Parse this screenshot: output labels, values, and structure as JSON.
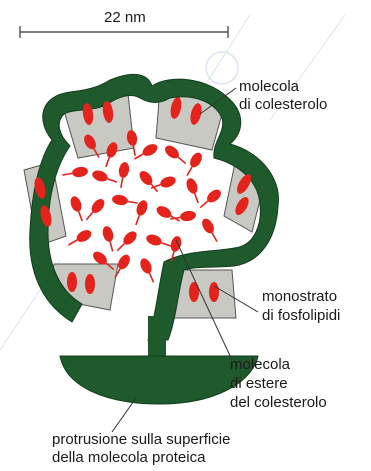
{
  "scale_bar": {
    "label": "22 nm"
  },
  "labels": {
    "cholesterol": [
      "molecola",
      "di colesterolo"
    ],
    "phospholipid_monolayer": [
      "monostrato",
      "di fosfolipidi"
    ],
    "cholesteryl_ester": [
      "molecola",
      "di estere",
      "del colesterolo"
    ],
    "protein_protrusion": [
      "protrusione sulla superficie",
      "della molecola proteica"
    ]
  },
  "colors": {
    "protein_green": "#1f5a2c",
    "lipid_red": "#e3231c",
    "panel_gray": "#c9c9c4",
    "line": "#333333"
  }
}
